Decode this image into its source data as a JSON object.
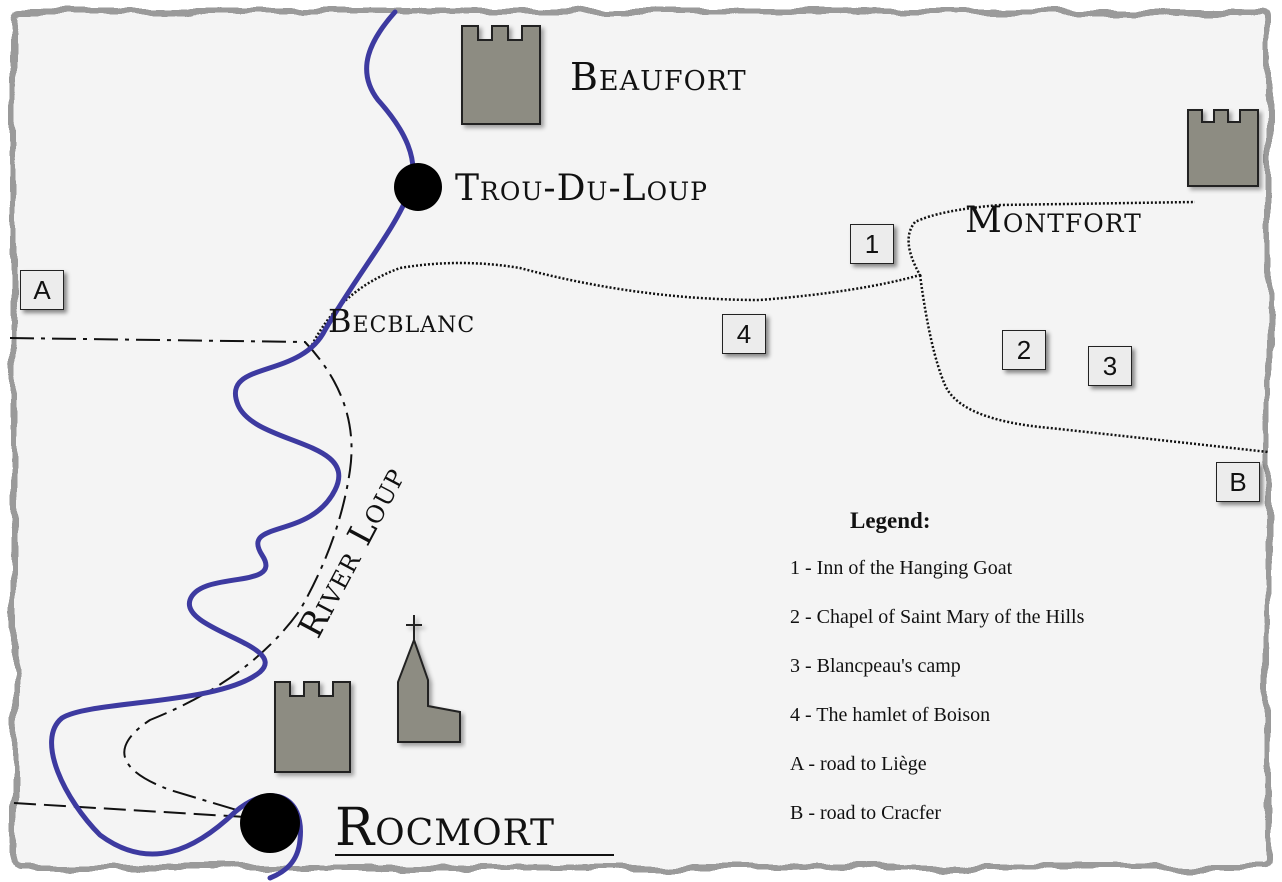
{
  "places": {
    "beaufort": "Beaufort",
    "trou_du_loup": "Trou-Du-Loup",
    "montfort": "Montfort",
    "becblanc": "Becblanc",
    "river_loup": "River Loup",
    "rocmort": "Rocmort"
  },
  "markers": {
    "m1": "1",
    "m2": "2",
    "m3": "3",
    "m4": "4",
    "mA": "A",
    "mB": "B"
  },
  "legend": {
    "title": "Legend:",
    "items": [
      "1 - Inn of the Hanging Goat",
      "2 - Chapel of Saint Mary of the Hills",
      "3 - Blancpeau's camp",
      "4 - The hamlet of Boison",
      "A - road to Liège",
      "B - road to Cracfer"
    ]
  },
  "colors": {
    "parchment": "#f4f4f4",
    "river": "#3d3aa0",
    "tower": "#8d8c82",
    "town": "#000000",
    "ink": "#111111"
  }
}
